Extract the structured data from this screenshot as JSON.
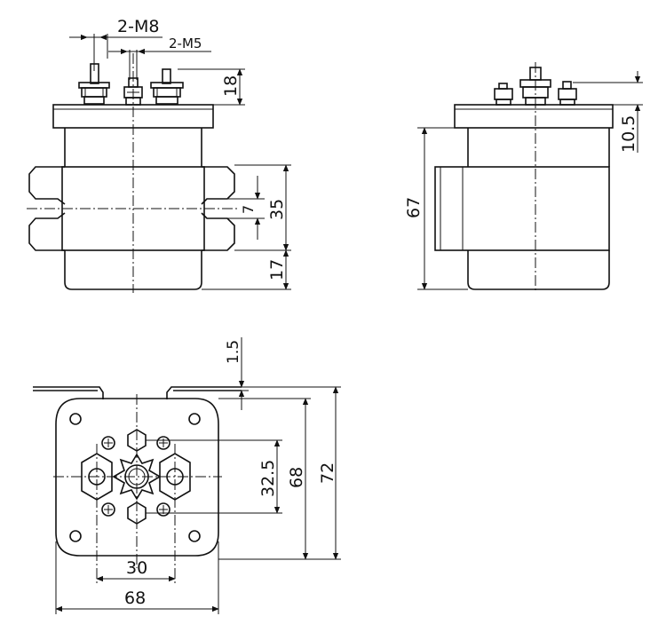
{
  "drawing": {
    "front_view": {
      "thread_large": "2-M8",
      "thread_small": "2-M5",
      "stud_height": "18",
      "body_height": "35",
      "slot_width": "7",
      "bottom_height": "17"
    },
    "side_view": {
      "overall_height": "67",
      "flange_height": "10.5"
    },
    "bottom_view": {
      "bracket_thickness": "1.5",
      "stud_spacing_vertical": "32.5",
      "body_height": "68",
      "overall_height": "72",
      "stud_spacing_horizontal": "30",
      "overall_width": "68"
    }
  }
}
